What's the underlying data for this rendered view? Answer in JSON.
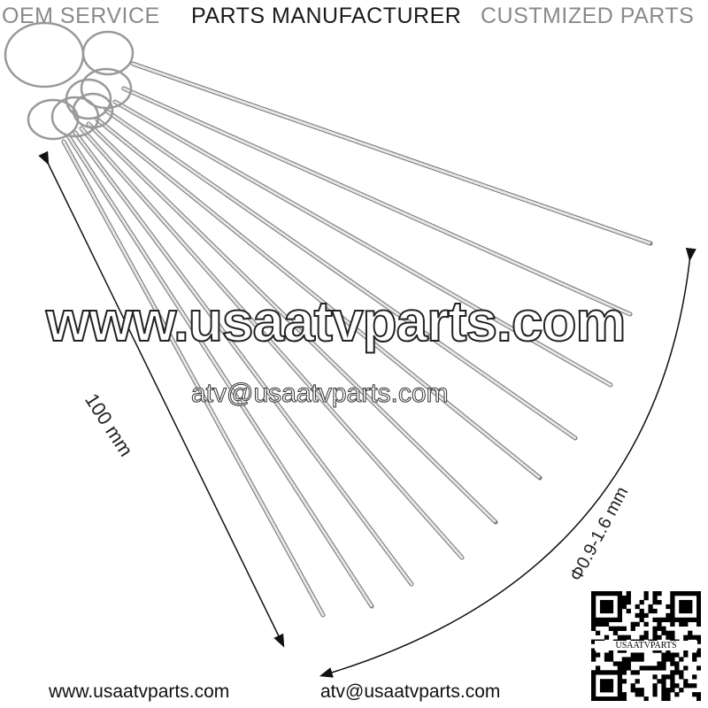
{
  "header": {
    "left": "OEM SERVICE",
    "center": "PARTS MANUFACTURER",
    "right": "CUSTMIZED PARTS"
  },
  "watermark": {
    "website": "www.usaatvparts.com",
    "email": "atv@usaatvparts.com"
  },
  "dimensions": {
    "length": "100 mm",
    "diameter": "Φ0.9-1.6 mm"
  },
  "footer": {
    "website": "www.usaatvparts.com",
    "email": "atv@usaatvparts.com"
  },
  "qr": {
    "label": "USAATVPARTS"
  }
}
